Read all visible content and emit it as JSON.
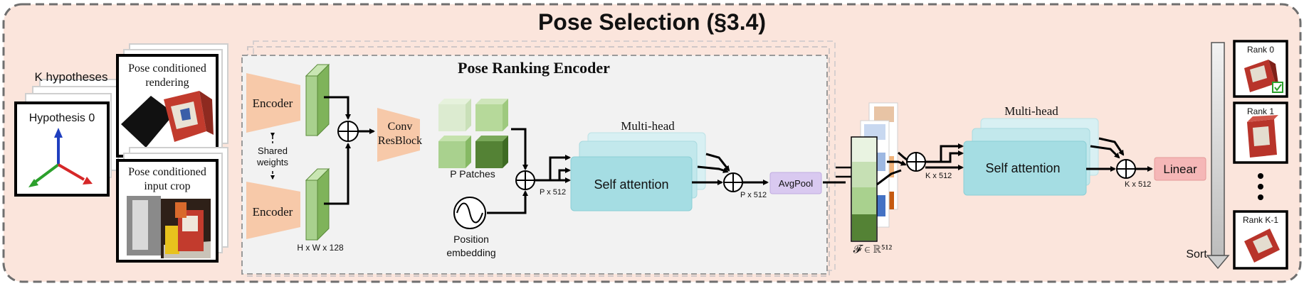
{
  "title": "Pose Selection (§3.4)",
  "hypotheses": {
    "count_label": "K hypotheses",
    "hypothesis_label": "Hypothesis 0"
  },
  "rendering_label": [
    "Pose conditioned",
    "rendering"
  ],
  "crop_label": [
    "Pose conditioned",
    "input crop"
  ],
  "encoder_section": {
    "title": "Pose Ranking Encoder",
    "encoder_top": "Encoder",
    "encoder_bottom": "Encoder",
    "shared_weights": [
      "Shared",
      "weights"
    ],
    "feature_dims": "H x W x 128",
    "conv_block": [
      "Conv",
      "ResBlock"
    ],
    "patches": "P Patches",
    "position_embedding": [
      "Position",
      "embedding"
    ],
    "dim_after_add": "P x 512",
    "multihead": "Multi-head",
    "self_attention": "Self attention",
    "dim_after_attention": "P x 512",
    "avgpool": "AvgPool"
  },
  "feature_label": "𝓕 ∈ ℝ⁵¹²",
  "second_stage": {
    "dim_in": "K x 512",
    "multihead": "Multi-head",
    "self_attention": "Self attention",
    "dim_out": "K x 512",
    "linear": "Linear"
  },
  "ranking": {
    "rank_0": "Rank 0",
    "rank_1": "Rank 1",
    "rank_last": "Rank K-1",
    "sort": "Sort"
  },
  "colors": {
    "outer_bg": "#fbe5dc",
    "encoder": "#f7c9a9",
    "feature": "#a9d18e",
    "attention": "#a5dde3",
    "avgpool": "#d9c9f0",
    "linear": "#f5b7b7"
  }
}
